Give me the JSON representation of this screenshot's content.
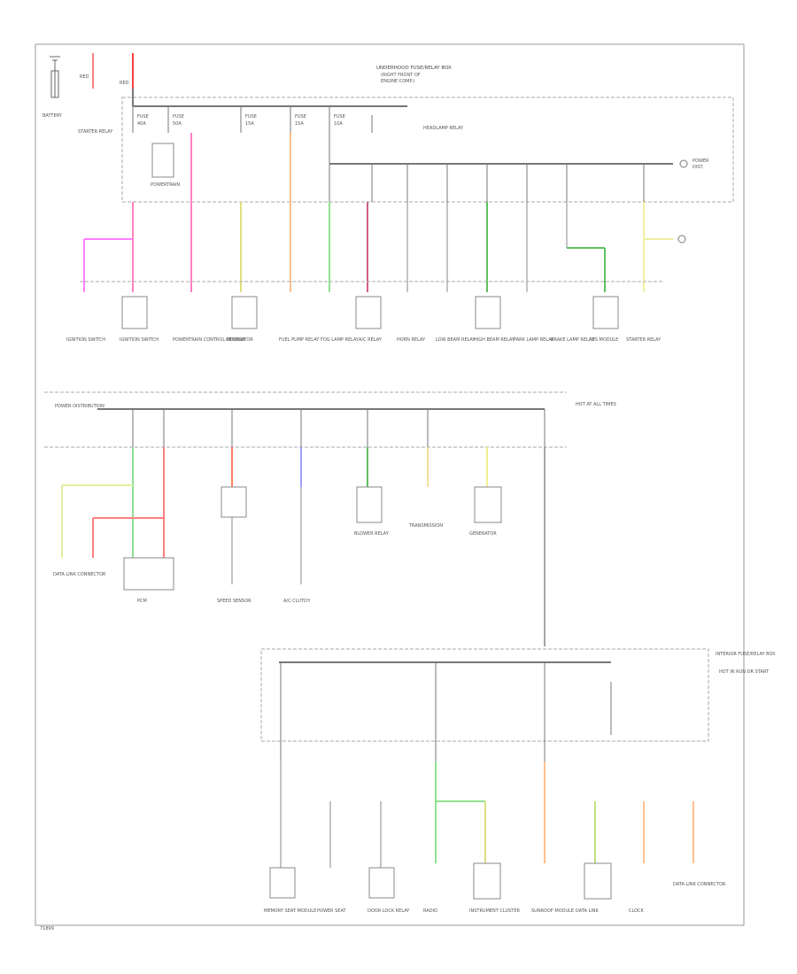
{
  "diagram": {
    "battery_label": "BATTERY",
    "starter_relay_label": "STARTER RELAY",
    "top_fuse_block_title": "UNDERHOOD FUSE/RELAY BOX",
    "headlamp_relay_label": "HEADLAMP RELAY",
    "power_dist_label": "POWER DISTRIBUTION",
    "hot_at_all_times": "HOT AT ALL TIMES",
    "run_start_label": "HOT IN RUN OR START",
    "section3_label": "INTERIOR FUSE/RELAY BOX",
    "code_label": "71899",
    "top_loads": [
      "IGNITION SWITCH",
      "IGNITION SWITCH",
      "POWERTRAIN CONTROL MODULE",
      "GENERATOR",
      "FUEL PUMP RELAY",
      "FOG LAMP RELAY",
      "A/C RELAY",
      "HORN RELAY",
      "LOW BEAM RELAY",
      "HIGH BEAM RELAY",
      "PARK LAMP RELAY",
      "BRAKE LAMP RELAY",
      "ABS MODULE",
      "STARTER RELAY"
    ],
    "mid_loads": [
      "DATA LINK CONNECTOR",
      "PCM",
      "SPEED SENSOR",
      "A/C CLUTCH",
      "BLOWER RELAY",
      "TRANSMISSION",
      "GENERATOR"
    ],
    "bottom_loads": [
      "MEMORY SEAT MODULE",
      "POWER SEAT",
      "DOOR LOCK RELAY",
      "RADIO",
      "INSTRUMENT CLUSTER",
      "SUNROOF MODULE",
      "DATA LINK",
      "CLOCK",
      "DATA LINK CONNECTOR"
    ]
  },
  "colors": {
    "pink": "#ff80c0",
    "red": "#ff8080",
    "yellow": "#e0e080",
    "orange": "#ffc090",
    "green": "#90e090",
    "blue": "#a0a0ff",
    "dark_green": "#60c060",
    "light_yellow": "#f0f0a0"
  }
}
